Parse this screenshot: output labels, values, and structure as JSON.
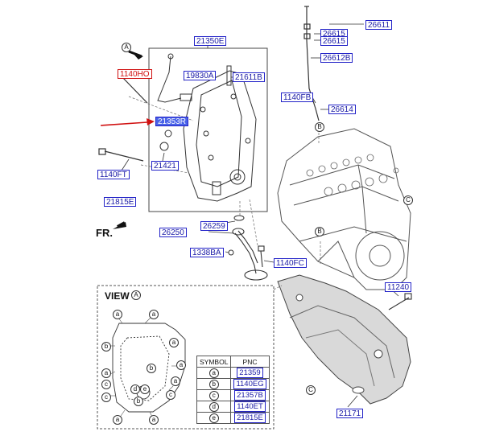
{
  "labels": {
    "p26611": "26611",
    "p26615a": "26615",
    "p26615b": "26615",
    "p26612B": "26612B",
    "p1140FB": "1140FB",
    "p26614": "26614",
    "p21350E": "21350E",
    "p1140HO": "1140HO",
    "p19830A": "19830A",
    "p21611B": "21611B",
    "p21353R": "21353R",
    "p21421": "21421",
    "p1140FT": "1140FT",
    "p21815E": "21815E",
    "p26259": "26259",
    "p26250": "26250",
    "p1338BA": "1338BA",
    "p1140FC": "1140FC",
    "p11240": "11240",
    "p21171": "21171"
  },
  "markers": {
    "a_top": "A",
    "b_dipstick": "B",
    "c_right": "C",
    "b_lower": "B",
    "c_bottom": "C",
    "view_a": "A"
  },
  "front_label": "FR.",
  "view_label": "VIEW",
  "view_points": {
    "a": "a",
    "b": "b",
    "c": "c",
    "d": "d",
    "e": "e"
  },
  "pnc_table": {
    "header_symbol": "SYMBOL",
    "header_pnc": "PNC",
    "rows": [
      {
        "symbol": "a",
        "pnc": "21359"
      },
      {
        "symbol": "b",
        "pnc": "1140EG"
      },
      {
        "symbol": "c",
        "pnc": "21357B"
      },
      {
        "symbol": "d",
        "pnc": "1140ET"
      },
      {
        "symbol": "e",
        "pnc": "21815E"
      }
    ]
  },
  "colors": {
    "label_blue": "#2323c8",
    "highlight_fill": "#4a63e8",
    "callout_red": "#d01010",
    "line_gray": "#333333"
  }
}
